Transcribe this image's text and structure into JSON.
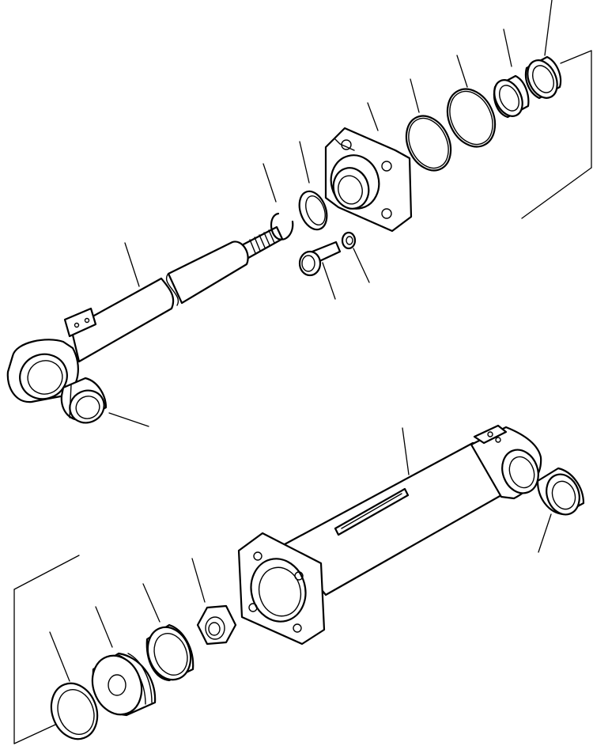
{
  "diagram": {
    "kind": "exploded-parts-view",
    "subject_icons": [
      "hydraulic-cylinder"
    ],
    "parts": [
      {
        "id": "piston-rod",
        "icon": "rod-icon"
      },
      {
        "id": "rod-eye-bushing",
        "icon": "bushing-icon"
      },
      {
        "id": "snap-ring",
        "icon": "snap-ring-icon"
      },
      {
        "id": "rod-seal",
        "icon": "seal-icon"
      },
      {
        "id": "bolt",
        "icon": "bolt-icon"
      },
      {
        "id": "lock-washer",
        "icon": "washer-icon"
      },
      {
        "id": "cylinder-head",
        "icon": "flange-icon"
      },
      {
        "id": "o-ring-small",
        "icon": "o-ring-icon"
      },
      {
        "id": "o-ring-large",
        "icon": "o-ring-icon"
      },
      {
        "id": "head-bushing",
        "icon": "bushing-icon"
      },
      {
        "id": "dust-seal",
        "icon": "seal-icon"
      },
      {
        "id": "cylinder-tube",
        "icon": "tube-icon"
      },
      {
        "id": "tube-bushing",
        "icon": "bushing-icon"
      },
      {
        "id": "nut",
        "icon": "nut-icon"
      },
      {
        "id": "wear-ring",
        "icon": "ring-icon"
      },
      {
        "id": "piston",
        "icon": "piston-icon"
      },
      {
        "id": "piston-seal",
        "icon": "seal-icon"
      }
    ]
  }
}
